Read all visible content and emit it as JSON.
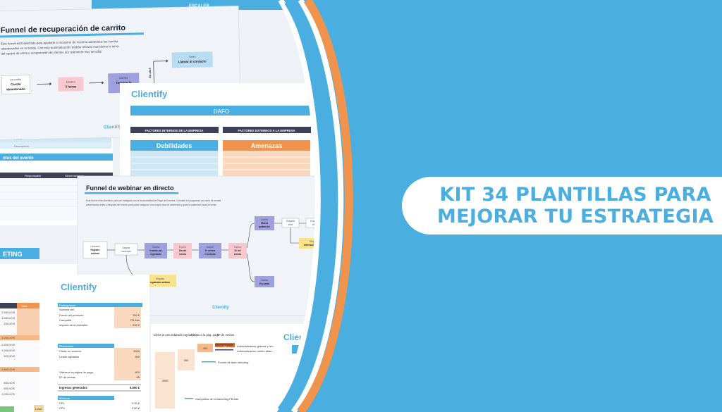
{
  "colors": {
    "background": "#4aaee0",
    "accent_orange": "#f0944d",
    "navy": "#2d3148",
    "white": "#ffffff"
  },
  "headline": {
    "line1": "KIT 34 PLANTILLAS PARA",
    "line2": "MEJORAR TU ESTRATEGIA"
  },
  "top_strip": {
    "label": "ESCALER..."
  },
  "funnel_carrito": {
    "title": "Funnel de recuperación de carrito",
    "desc_lines": [
      "Este funnel está diseñado para ayudarte a recuperar de manera automática los carritos",
      "abandonados en tu tienda. Con esta automatización podrás reforzar muchísimo la tarea",
      "del equipo de venta o recuperación de clientes ¡Es realmente muy sencilla!"
    ],
    "node_lanzador": [
      "Lanzador",
      "Carrito",
      "abandonado"
    ],
    "node_espera": [
      "Espera",
      "3 horas"
    ],
    "node_correo": [
      "Correo",
      "Termine la"
    ],
    "node_tarea": [
      "Tarea",
      "Llamar al contacto"
    ],
    "branch": "No abre",
    "brand": "Clientify"
  },
  "dafo": {
    "brand": "Clientify",
    "title": "DAFO",
    "col_internal": "FACTORES INTERNOS DE LA EMPRESA",
    "col_external": "FACTORES EXTERNOS A LA EMPRESA",
    "left_header": "Debilidades",
    "right_header": "Amenazas"
  },
  "webinar": {
    "title": "Funnel de webinar en directo",
    "desc_lines": [
      "Este funnel está diseñado para ser trabajado con la funcionalidad de Pago de Eventos. Consiste en programar una serie de emails",
      "presentados antes y después del evento para poder asegurar una mayor tasa de asistencia y guiar la audiencia hacia la venta."
    ],
    "nodes": {
      "lanzador": [
        "Lanzador",
        "Registro",
        "webinar"
      ],
      "asignar": [
        "Asignar",
        "contenido"
      ],
      "correo1": [
        "Correo",
        "Gracias por",
        "registrarte"
      ],
      "espera1": [
        "Espera",
        "Día del",
        "evento"
      ],
      "correo2": [
        "Correo",
        "Te vemos",
        "el webinar"
      ],
      "espera2": [
        "Espera",
        "2h del",
        "evento"
      ],
      "correo3": [
        "Correo",
        "Mira la",
        "grabación"
      ],
      "correo4": [
        "Correo",
        "Encuesta"
      ],
      "reg": [
        "Etiqueta",
        "registrado webinar"
      ],
      "e1": [
        "Etiqueta",
        "visto"
      ],
      "e2": [
        "Etiqueta",
        "visto"
      ],
      "e3": [
        "Etiqueta",
        "interesado compra"
      ]
    },
    "brand": "Clientify"
  },
  "left_sheets": {
    "section_evento": "ntes del evento",
    "col_responsable": "Responsable",
    "col_observaciones": "Observaciones",
    "field_fecha": "Fecha",
    "field_descripcion": "Descripción",
    "marketing": "ETING",
    "totals_header": "Total",
    "values": [
      "2.500,00 €",
      "1.500,00 €",
      "200,00 €",
      "1.000,00 €",
      "2.500,00 €",
      "1.200,00 €",
      "500,00 €",
      "2.500,00 €",
      "800,00 €",
      "500,00 €",
      "1.200,00 €"
    ]
  },
  "roi": {
    "brand": "Clientify",
    "head1": "Participación",
    "rows1": [
      [
        "Nombre del",
        "",
        ""
      ],
      [
        "Precio del producto",
        "100 €"
      ],
      [
        "Campaña",
        "FB Ads"
      ],
      [
        "Importe de la inversión",
        "200 €"
      ]
    ],
    "head2": "Resultados",
    "rows2": [
      [
        "Clicks en anuncio",
        "3000"
      ],
      [
        "Leads captados",
        "300"
      ],
      [
        "",
        ""
      ],
      [
        "Visitas a la página de pago",
        "400"
      ],
      [
        "Nº de ventas",
        "65"
      ]
    ],
    "income_label": "Ingresos generados",
    "income_value": "6.500 €",
    "head3": "Métricas",
    "rows3": [
      [
        "CPL",
        "0,25 €"
      ],
      [
        "CPV",
        "3,00 €"
      ]
    ],
    "lead_label": "Lead"
  },
  "funnel_chart": {
    "cols": [
      "Clicks en anuncio",
      "Leads captados",
      "Visitas a la pág. pago",
      "Nº de ventas"
    ],
    "values": [
      "3000",
      "300",
      "400",
      "65"
    ],
    "legend": [
      "Automatización gracias y rec...",
      "Automatización carrito aban...",
      "Funnel de lead nurturing",
      "Campañas de remarketing FB Ads"
    ],
    "brand": "Clientif"
  }
}
